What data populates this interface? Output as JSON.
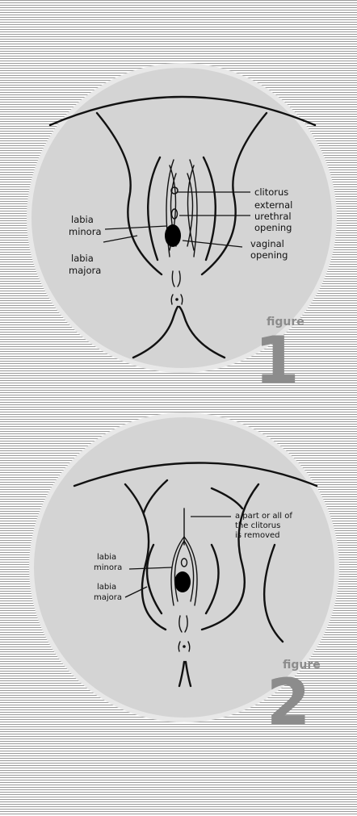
{
  "figure1": {
    "labels": {
      "clitorus": "clitorus",
      "external_line1": "external",
      "external_line2": "urethral",
      "external_line3": "opening",
      "vaginal_line1": "vaginal",
      "vaginal_line2": "opening",
      "minora_line1": "labia",
      "minora_line2": "minora",
      "majora_line1": "labia",
      "majora_line2": "majora"
    },
    "figure_word": "figure",
    "figure_number": "1"
  },
  "figure2": {
    "labels": {
      "removed_line1": "a part or all of",
      "removed_line2": "the clitorus",
      "removed_line3": "is removed",
      "minora_line1": "labia",
      "minora_line2": "minora",
      "majora_line1": "labia",
      "majora_line2": "majora"
    },
    "figure_word": "figure",
    "figure_number": "2"
  },
  "colors": {
    "circle_fill": "#d4d4d4",
    "circle_ring": "#e8e8e8",
    "figure_gray": "#8c8c8c",
    "stroke": "#111111"
  }
}
